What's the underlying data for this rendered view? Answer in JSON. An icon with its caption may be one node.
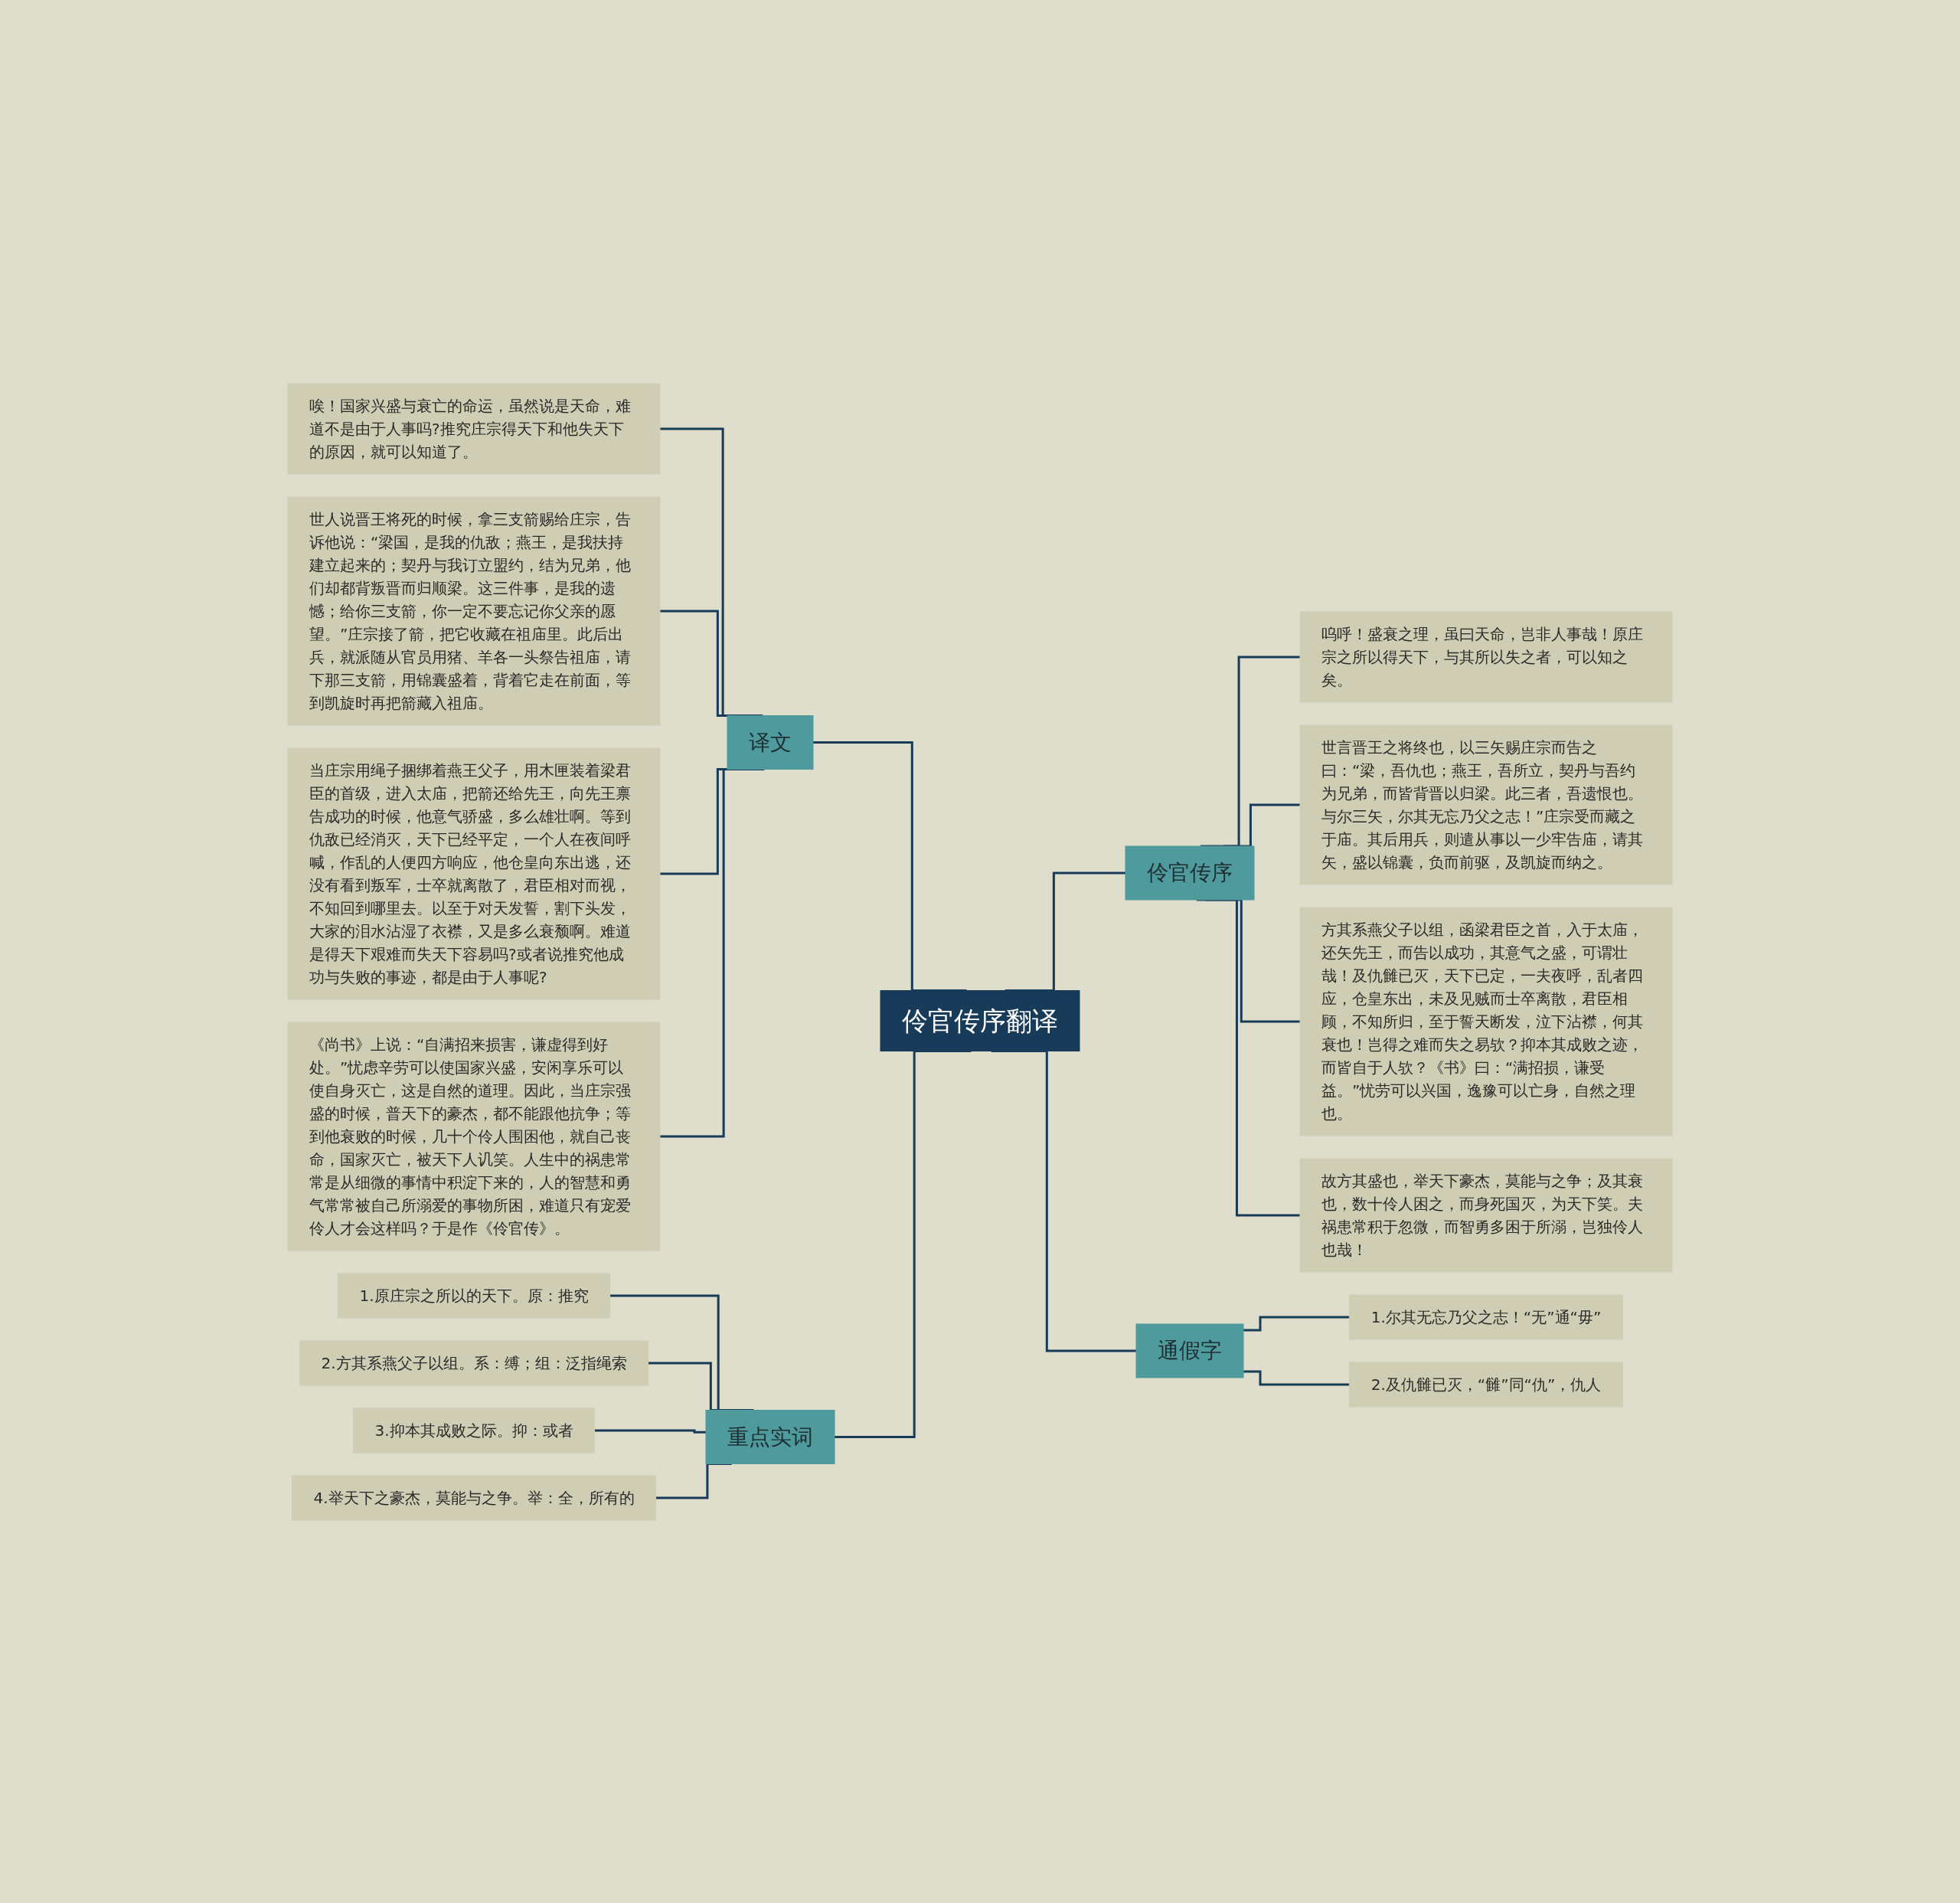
{
  "diagram": {
    "nodes": [
      {
        "text": [
          "伶官传序翻译"
        ]
      },
      {
        "text": [
          "译文"
        ]
      },
      {
        "text": [
          "唉！国家兴盛与衰亡的命运，虽然说是天命，难道不是由于人事吗?推究庄宗得天下和他失天下的原因，就可以知道了。"
        ]
      },
      {
        "text": [
          "世人说晋王将死的时候，拿三支箭赐给庄宗，告诉他说：“梁国，是我的仇敌；燕王，是我扶持建立起来的；契丹与我订立盟约，结为兄弟，他们却都背叛晋而归顺梁。这三件事，是我的遗憾；给你三支箭，你一定不要忘记你父亲的愿望。”庄宗接了箭，把它收藏在祖庙里。此后出兵，就派随从官员用猪、羊各一头祭告祖庙，请下那三支箭，用锦囊盛着，背着它走在前面，等到凯旋时再把箭藏入祖庙。"
        ]
      },
      {
        "text": [
          "当庄宗用绳子捆绑着燕王父子，用木匣装着梁君臣的首级，进入太庙，把箭还给先王，向先王禀告成功的时候，他意气骄盛，多么雄壮啊。等到仇敌已经消灭，天下已经平定，一个人在夜间呼喊，作乱的人便四方响应，他仓皇向东出逃，还没有看到叛军，士卒就离散了，君臣相对而视，不知回到哪里去。以至于对天发誓，割下头发，大家的泪水沾湿了衣襟，又是多么衰颓啊。难道是得天下艰难而失天下容易吗?或者说推究他成功与失败的事迹，都是由于人事呢?"
        ]
      },
      {
        "text": [
          "《尚书》上说：“自满招来损害，谦虚得到好处。”忧虑辛劳可以使国家兴盛，安闲享乐可以使自身灭亡，这是自然的道理。因此，当庄宗强盛的时候，普天下的豪杰，都不能跟他抗争；等到他衰败的时候，几十个伶人围困他，就自己丧命，国家灭亡，被天下人讥笑。人生中的祸患常常是从细微的事情中积淀下来的，人的智慧和勇气常常被自己所溺爱的事物所困，难道只有宠爱伶人才会这样吗？于是作《伶官传》。"
        ]
      },
      {
        "text": [
          "重点实词"
        ]
      },
      {
        "text": [
          "1.原庄宗之所以的天下。原：推究"
        ]
      },
      {
        "text": [
          "2.方其系燕父子以组。系：缚；组：泛指绳索"
        ]
      },
      {
        "text": [
          "3.抑本其成败之际。抑：或者"
        ]
      },
      {
        "text": [
          "4.举天下之豪杰，莫能与之争。举：全，所有的"
        ]
      },
      {
        "text": [
          "伶官传序"
        ]
      },
      {
        "text": [
          "呜呼！盛衰之理，虽曰天命，岂非人事哉！原庄宗之所以得天下，与其所以失之者，可以知之矣。"
        ]
      },
      {
        "text": [
          "世言晋王之将终也，以三矢赐庄宗而告之曰：“梁，吾仇也；燕王，吾所立，契丹与吾约为兄弟，而皆背晋以归梁。此三者，吾遗恨也。与尔三矢，尔其无忘乃父之志！”庄宗受而藏之于庙。其后用兵，则遣从事以一少牢告庙，请其矢，盛以锦囊，负而前驱，及凯旋而纳之。"
        ]
      },
      {
        "text": [
          "方其系燕父子以组，函梁君臣之首，入于太庙，还矢先王，而告以成功，其意气之盛，可谓壮哉！及仇雠已灭，天下已定，一夫夜呼，乱者四应，仓皇东出，未及见贼而士卒离散，君臣相顾，不知所归，至于誓天断发，泣下沾襟，何其衰也！岂得之难而失之易欤？抑本其成败之迹，而皆自于人欤？《书》曰：“满招损，谦受益。”忧劳可以兴国，逸豫可以亡身，自然之理也。"
        ]
      },
      {
        "text": [
          "故方其盛也，举天下豪杰，莫能与之争；及其衰也，数十伶人困之，而身死国灭，为天下笑。夫祸患常积于忽微，而智勇多困于所溺，岂独伶人也哉！"
        ]
      },
      {
        "text": [
          "通假字"
        ]
      },
      {
        "text": [
          "1.尔其无忘乃父之志！“无”通“毋”"
        ]
      },
      {
        "text": [
          "2.及仇雠已灭，“雠”同“仇”，仇人"
        ]
      }
    ],
    "edges": [
      {
        "from": 1,
        "to": 0,
        "arrow": "none"
      },
      {
        "from": 2,
        "to": 1,
        "arrow": "none"
      },
      {
        "from": 3,
        "to": 1,
        "arrow": "none"
      },
      {
        "from": 4,
        "to": 1,
        "arrow": "none"
      },
      {
        "from": 5,
        "to": 1,
        "arrow": "none"
      },
      {
        "from": 6,
        "to": 0,
        "arrow": "none"
      },
      {
        "from": 7,
        "to": 6,
        "arrow": "none"
      },
      {
        "from": 8,
        "to": 6,
        "arrow": "none"
      },
      {
        "from": 9,
        "to": 6,
        "arrow": "none"
      },
      {
        "from": 10,
        "to": 6,
        "arrow": "none"
      },
      {
        "from": 0,
        "to": 11,
        "arrow": "none"
      },
      {
        "from": 11,
        "to": 12,
        "arrow": "none"
      },
      {
        "from": 11,
        "to": 13,
        "arrow": "none"
      },
      {
        "from": 11,
        "to": 14,
        "arrow": "none"
      },
      {
        "from": 11,
        "to": 15,
        "arrow": "none"
      },
      {
        "from": 0,
        "to": 16,
        "arrow": "none"
      },
      {
        "from": 16,
        "to": 17,
        "arrow": "none"
      },
      {
        "from": 16,
        "to": 18,
        "arrow": "none"
      }
    ]
  }
}
